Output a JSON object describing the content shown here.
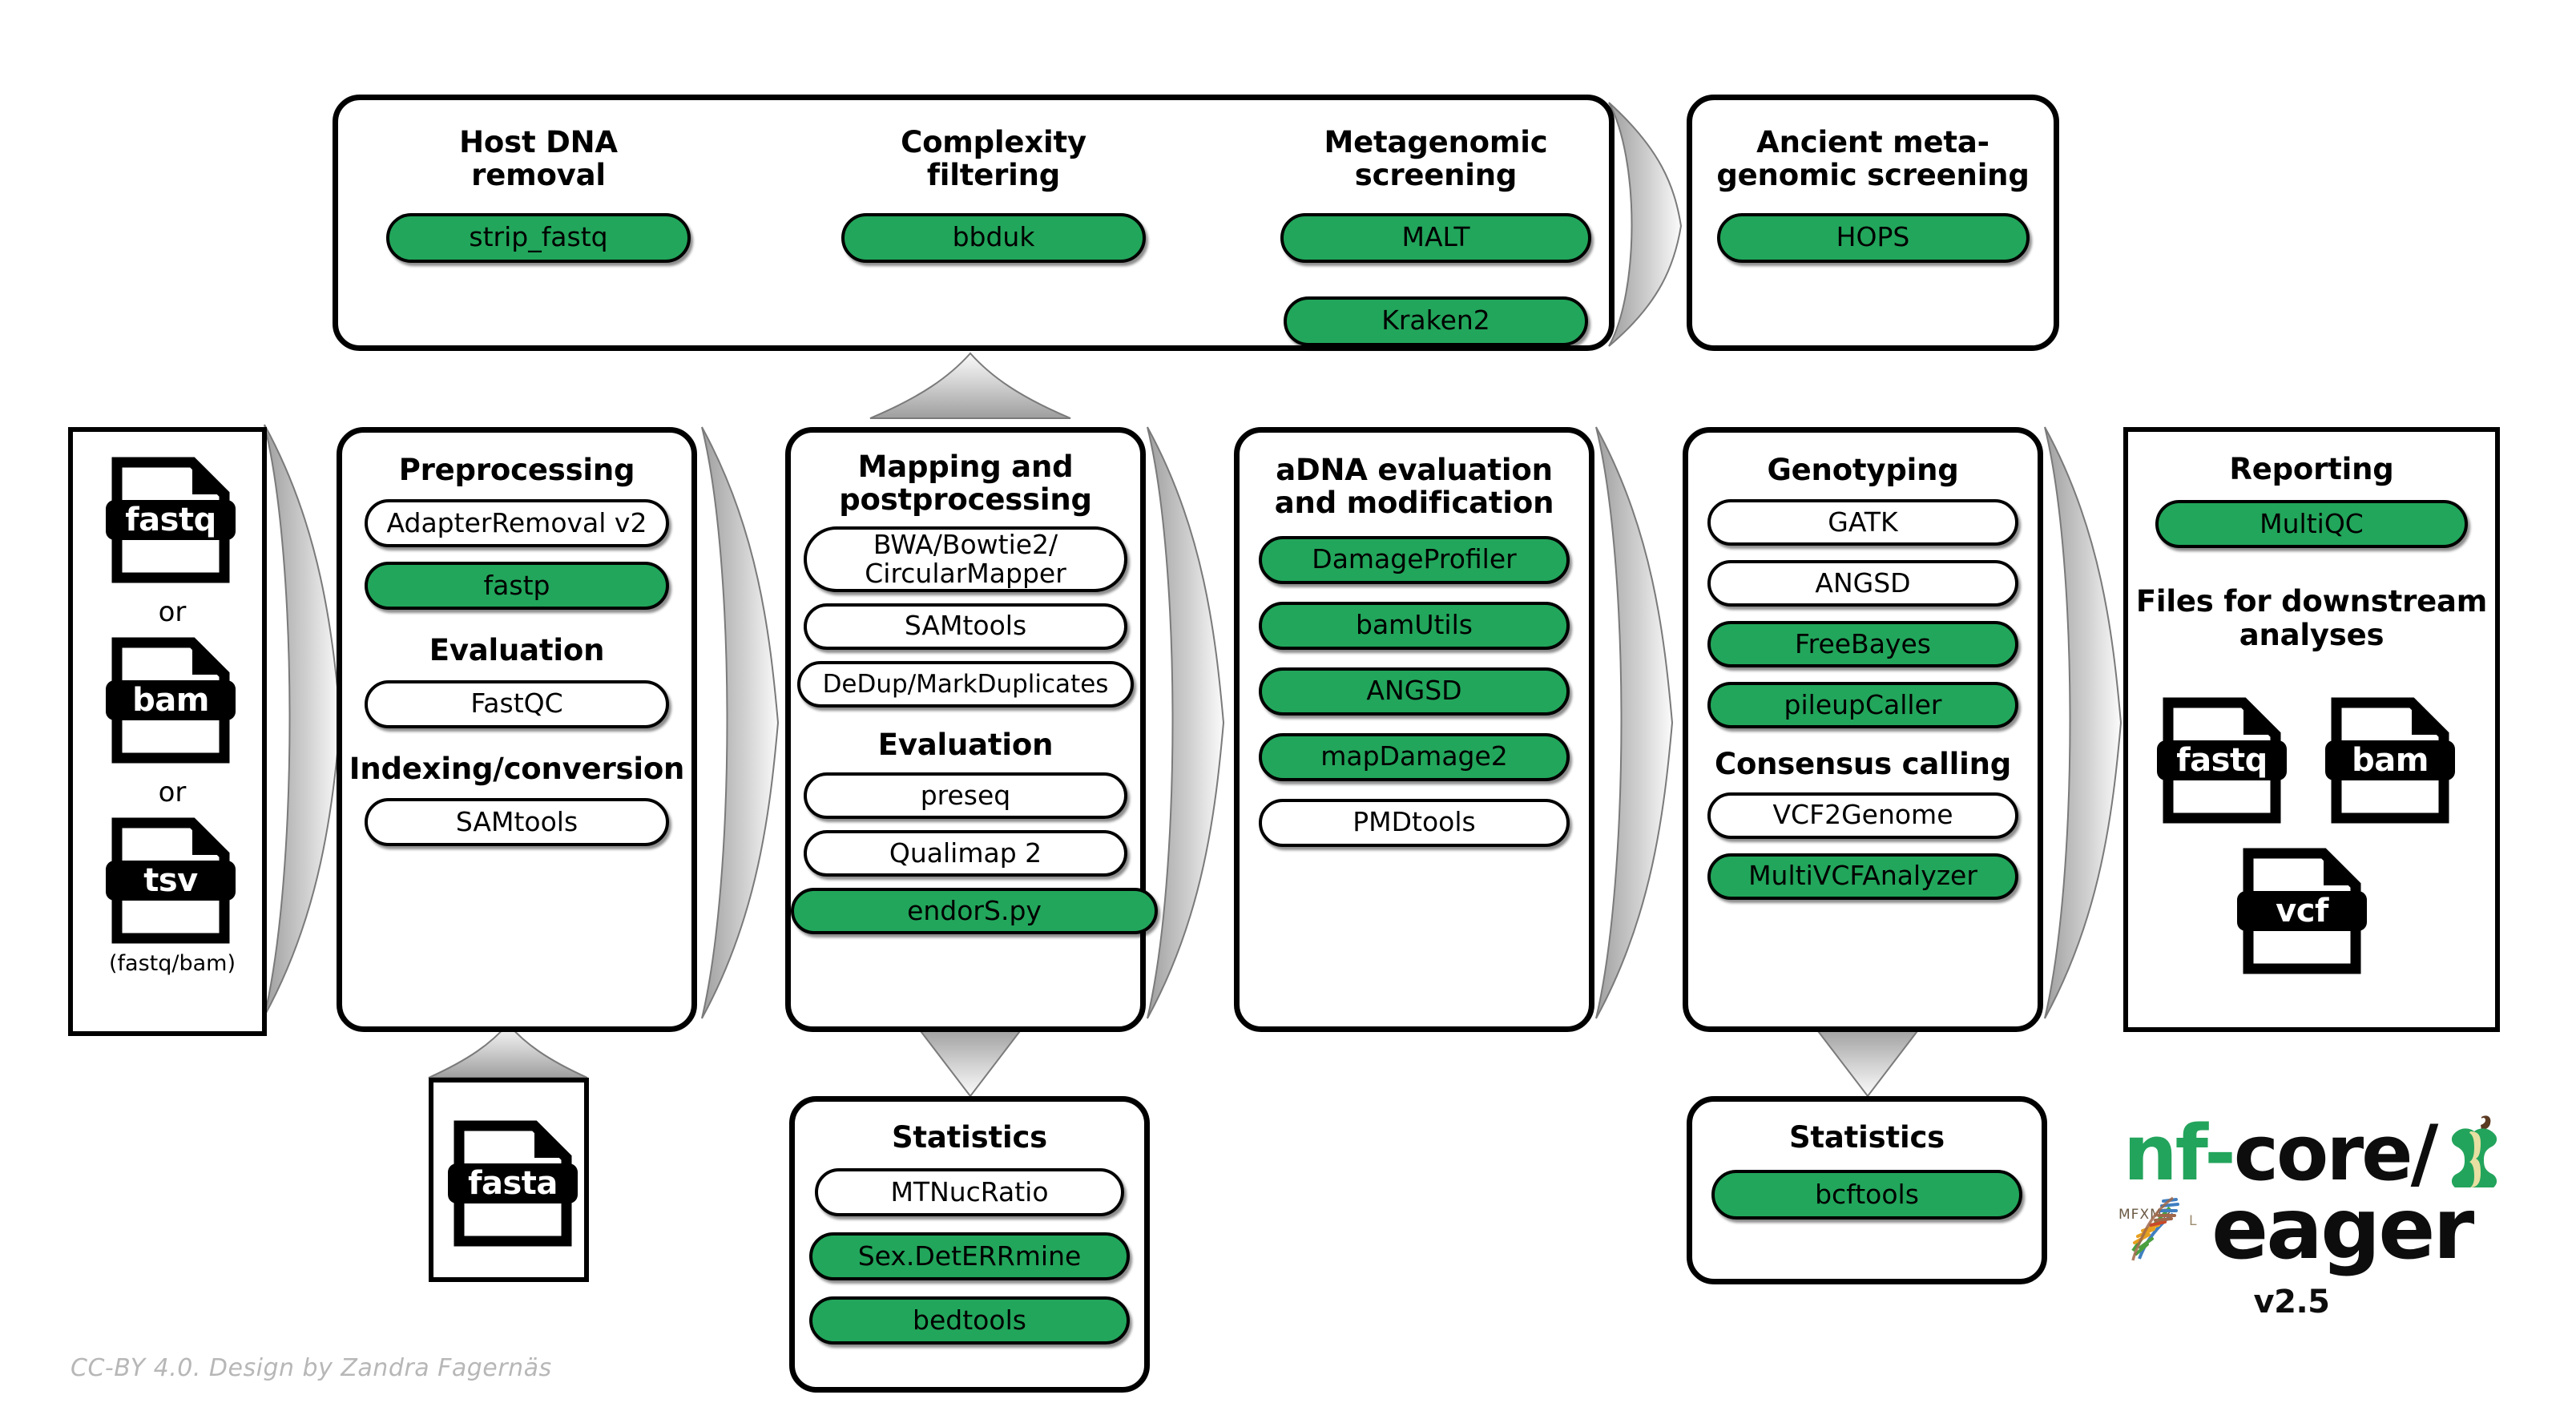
{
  "meta": {
    "credit": "CC-BY 4.0. Design by Zandra Fagernäs",
    "accent_green": "#22a65b",
    "outline_black": "#000000",
    "arrow_gray_dark": "#9a9a9a",
    "arrow_gray_light": "#f2f2f2"
  },
  "logo": {
    "nf": "nf-",
    "core": "core/",
    "eager": "eager",
    "version": "v2.5",
    "apple_icon": "apple-core-icon",
    "dna_icon": "dna-helix-runes-icon",
    "runes": "MFXMR"
  },
  "screening_box": {
    "columns": [
      {
        "title": "Host DNA\nremoval",
        "tools": [
          {
            "label": "strip_fastq",
            "green": true
          }
        ]
      },
      {
        "title": "Complexity\nfiltering",
        "tools": [
          {
            "label": "bbduk",
            "green": true
          }
        ]
      },
      {
        "title": "Metagenomic\nscreening",
        "tools": [
          {
            "label": "MALT",
            "green": true
          },
          {
            "label": "Kraken2",
            "green": true
          }
        ]
      }
    ]
  },
  "ancient_screening": {
    "title": "Ancient meta-\ngenomic screening",
    "tools": [
      {
        "label": "HOPS",
        "green": true
      }
    ]
  },
  "inputs": {
    "files": [
      {
        "ext": "fastq",
        "icon": "file-fastq-icon"
      },
      {
        "ext": "bam",
        "icon": "file-bam-icon"
      },
      {
        "ext": "tsv",
        "icon": "file-tsv-icon"
      }
    ],
    "separator": "or",
    "note": "(fastq/bam)"
  },
  "reference": {
    "file": {
      "ext": "fasta",
      "icon": "file-fasta-icon"
    }
  },
  "preprocessing": {
    "title": "Preprocessing",
    "tools": [
      {
        "label": "AdapterRemoval v2",
        "green": false
      },
      {
        "label": "fastp",
        "green": true
      }
    ],
    "sections": [
      {
        "title": "Evaluation",
        "tools": [
          {
            "label": "FastQC",
            "green": false
          }
        ]
      },
      {
        "title": "Indexing/conversion",
        "tools": [
          {
            "label": "SAMtools",
            "green": false
          }
        ]
      }
    ]
  },
  "mapping": {
    "title": "Mapping and\npostprocessing",
    "tools": [
      {
        "label": "BWA/Bowtie2/\nCircularMapper",
        "green": false,
        "two_line": true
      },
      {
        "label": "SAMtools",
        "green": false
      },
      {
        "label": "DeDup/MarkDuplicates",
        "green": false
      }
    ],
    "sections": [
      {
        "title": "Evaluation",
        "tools": [
          {
            "label": "preseq",
            "green": false
          },
          {
            "label": "Qualimap 2",
            "green": false
          },
          {
            "label": "endorS.py",
            "green": true
          }
        ]
      }
    ]
  },
  "adna": {
    "title": "aDNA evaluation\nand modification",
    "tools": [
      {
        "label": "DamageProfiler",
        "green": true
      },
      {
        "label": "bamUtils",
        "green": true
      },
      {
        "label": "ANGSD",
        "green": true
      },
      {
        "label": "mapDamage2",
        "green": true
      },
      {
        "label": "PMDtools",
        "green": false
      }
    ]
  },
  "genotyping": {
    "title": "Genotyping",
    "tools": [
      {
        "label": "GATK",
        "green": false
      },
      {
        "label": "ANGSD",
        "green": false
      },
      {
        "label": "FreeBayes",
        "green": true
      },
      {
        "label": "pileupCaller",
        "green": true
      }
    ],
    "sections": [
      {
        "title": "Consensus calling",
        "tools": [
          {
            "label": "VCF2Genome",
            "green": false
          },
          {
            "label": "MultiVCFAnalyzer",
            "green": true
          }
        ]
      }
    ]
  },
  "reporting": {
    "title": "Reporting",
    "tools": [
      {
        "label": "MultiQC",
        "green": true
      }
    ],
    "downstream_title": "Files for downstream\nanalyses",
    "files": [
      {
        "ext": "fastq",
        "icon": "file-fastq-icon"
      },
      {
        "ext": "bam",
        "icon": "file-bam-icon"
      },
      {
        "ext": "vcf",
        "icon": "file-vcf-icon"
      }
    ]
  },
  "statistics_mapping": {
    "title": "Statistics",
    "tools": [
      {
        "label": "MTNucRatio",
        "green": false
      },
      {
        "label": "Sex.DetERRmine",
        "green": true
      },
      {
        "label": "bedtools",
        "green": true
      }
    ]
  },
  "statistics_genotyping": {
    "title": "Statistics",
    "tools": [
      {
        "label": "bcftools",
        "green": true
      }
    ]
  }
}
